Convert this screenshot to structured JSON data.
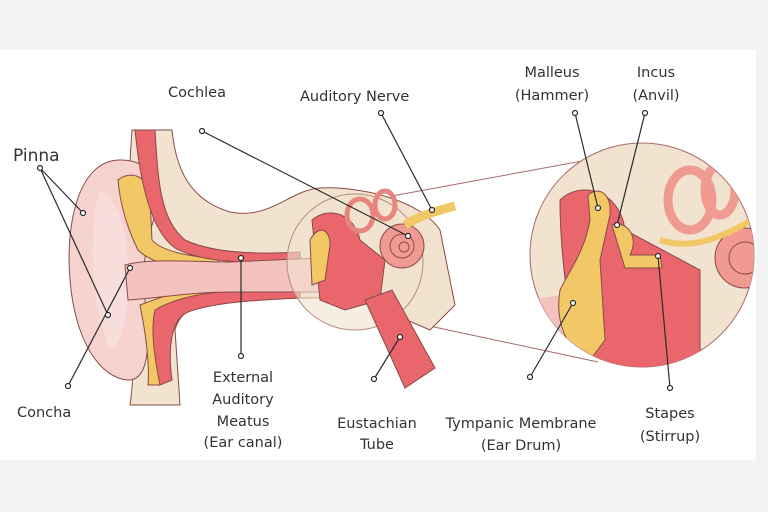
{
  "title": "Anatomy of the Ear",
  "labels": {
    "pinna": "Pinna",
    "concha": "Concha",
    "cochlea": "Cochlea",
    "auditory_nerve": "Auditory Nerve",
    "external_meatus": [
      "External",
      "Auditory",
      "Meatus",
      "(Ear canal)"
    ],
    "eustachian_tube": [
      "Eustachian",
      "Tube"
    ],
    "malleus": [
      "Malleus",
      "(Hammer)"
    ],
    "incus": [
      "Incus",
      "(Anvil)"
    ],
    "tympanic_membrane": [
      "Tympanic Membrane",
      "(Ear Drum)"
    ],
    "stapes": [
      "Stapes",
      "(Stirrup)"
    ]
  },
  "colors": {
    "bone": "#f1e3cf",
    "skin": "#f6d3cf",
    "flesh": "#e8666c",
    "cartilage": "#f2c766",
    "canal": "#f4c3c0",
    "labyrinth": "#f09a92"
  }
}
